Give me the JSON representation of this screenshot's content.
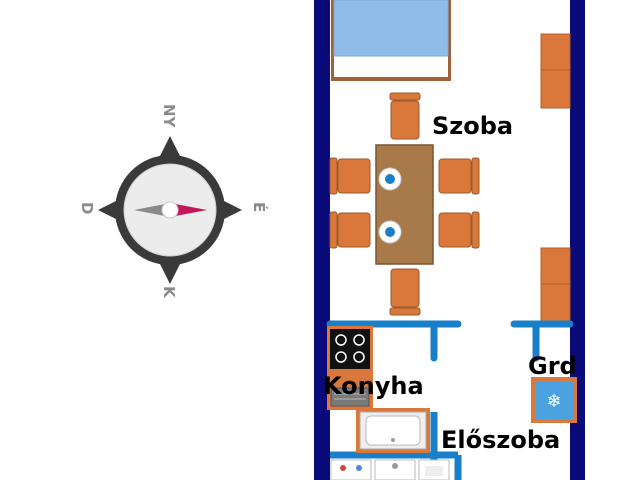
{
  "compass": {
    "north": "NY",
    "east": "É",
    "south": "K",
    "west": "D"
  },
  "rooms": {
    "room": "Szoba",
    "kitchen": "Konyha",
    "garden": "Grd",
    "hall": "Előszoba"
  },
  "colors": {
    "wall": "#0a0a78",
    "pipe": "#1a7fc9",
    "furniture": "#d9783a",
    "table": "#a87a4a",
    "bed": "#8dbde8",
    "needle": "#c2185b"
  }
}
